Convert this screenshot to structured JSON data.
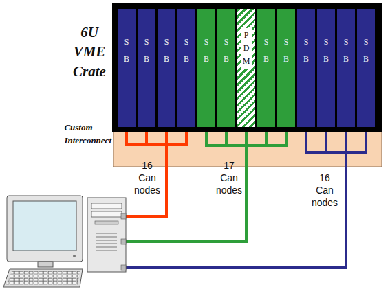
{
  "diagram": {
    "nodes": [
      {
        "text": [
          "Custom Interconnect"
        ]
      },
      {
        "text": [
          "6U VME Crate"
        ]
      },
      {
        "text": [
          "SB"
        ],
        "in": 1
      },
      {
        "text": [
          "SB"
        ],
        "in": 1
      },
      {
        "text": [
          "SB"
        ],
        "in": 1
      },
      {
        "text": [
          "SB"
        ],
        "in": 1
      },
      {
        "text": [
          "SB"
        ],
        "in": 1
      },
      {
        "text": [
          "SB"
        ],
        "in": 1
      },
      {
        "text": [
          "PDM"
        ],
        "in": 1
      },
      {
        "text": [
          "SB"
        ],
        "in": 1
      },
      {
        "text": [
          "SB"
        ],
        "in": 1
      },
      {
        "text": [
          "SB"
        ],
        "in": 1
      },
      {
        "text": [
          "SB"
        ],
        "in": 1
      },
      {
        "text": [
          "SB"
        ],
        "in": 1
      },
      {
        "text": [
          "SB"
        ],
        "in": 1
      }
    ],
    "labels": [
      "16 Can nodes",
      "17 Can nodes",
      "16 Can nodes"
    ]
  }
}
